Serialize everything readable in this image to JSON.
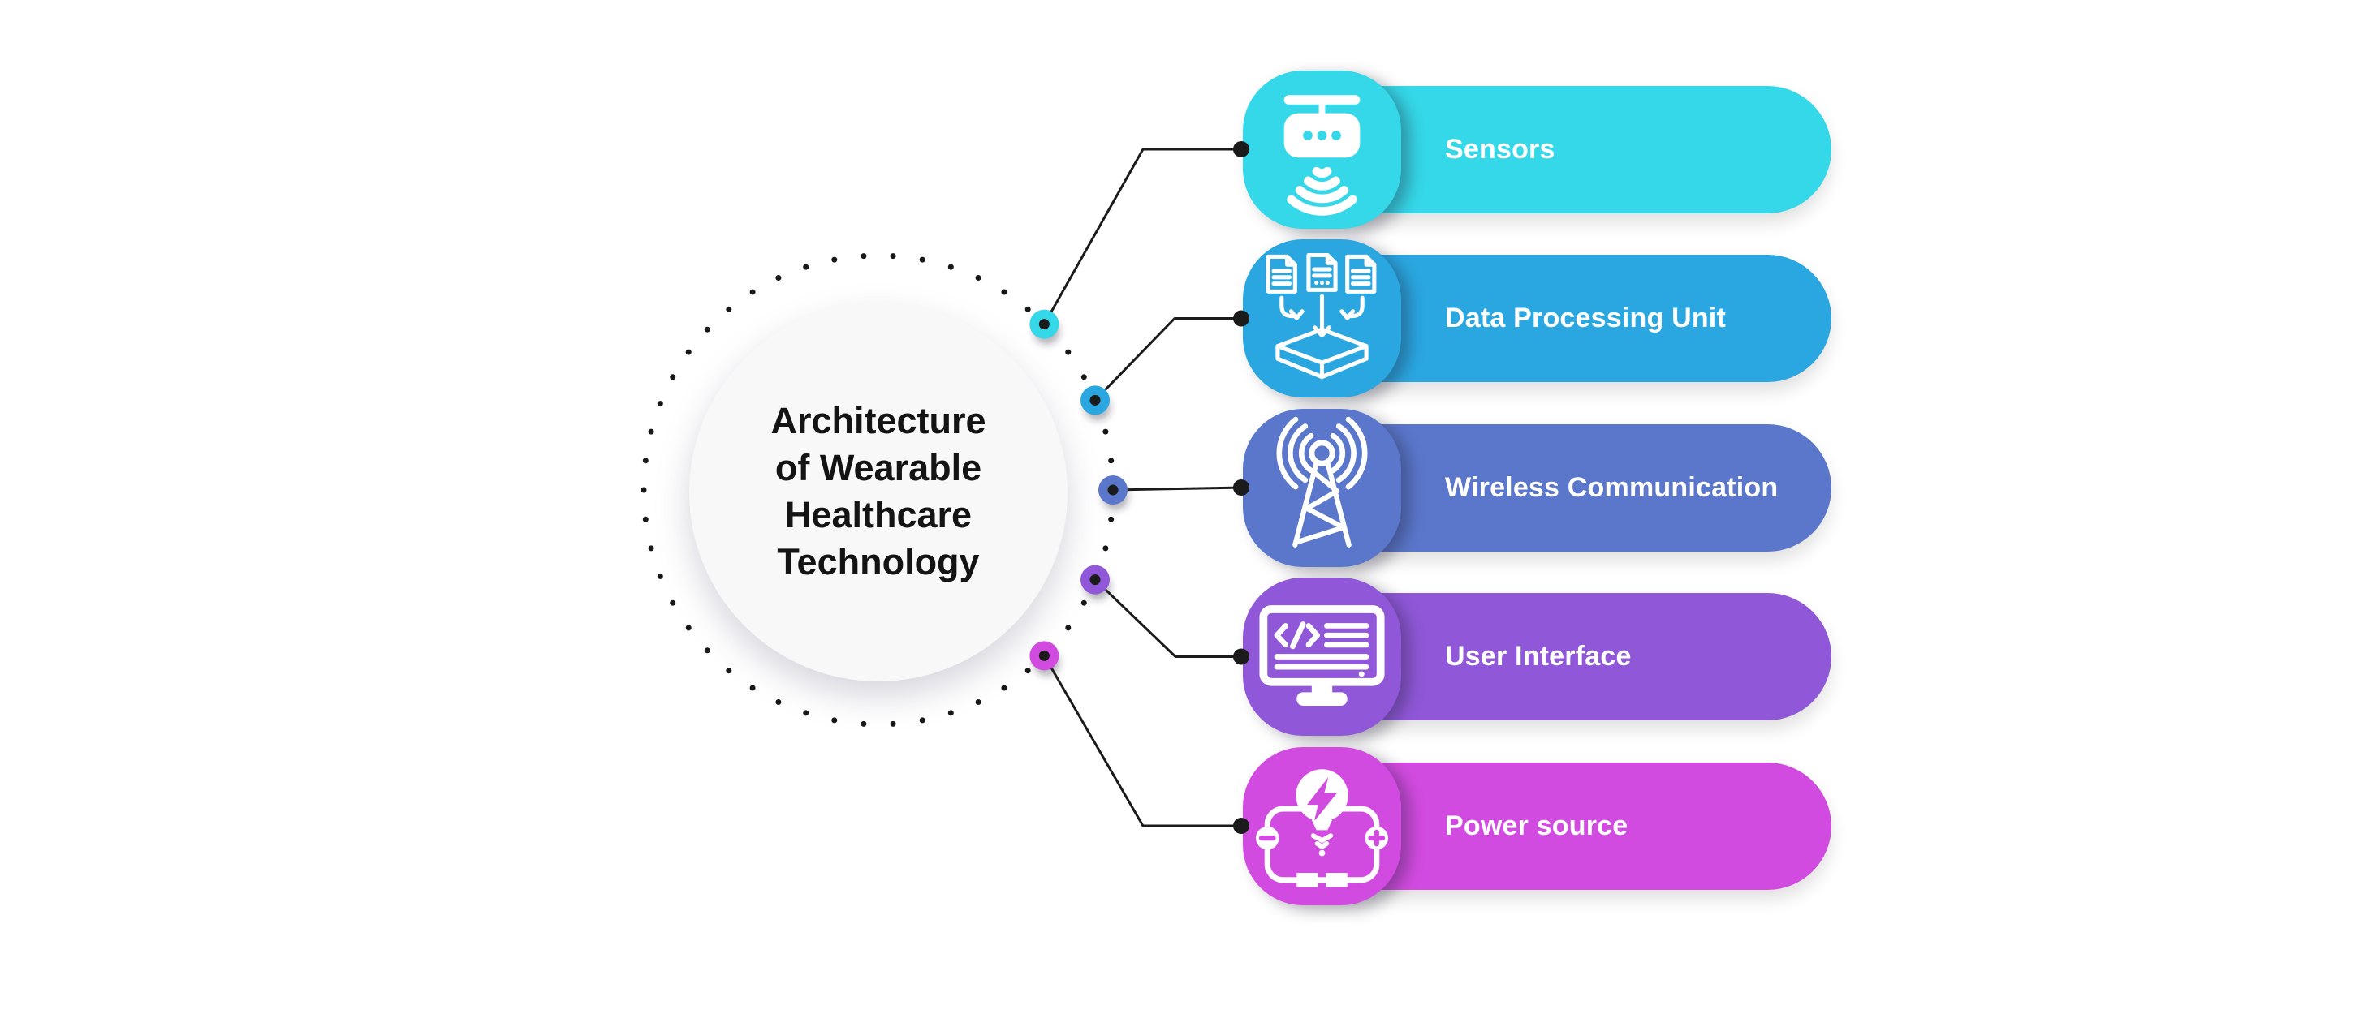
{
  "title": {
    "lines": [
      "Architecture",
      "of Wearable",
      "Healthcare",
      "Technology"
    ]
  },
  "branches": [
    {
      "label": "Sensors",
      "color": "#35D8E8",
      "icon": "sensor-signal-icon"
    },
    {
      "label": "Data Processing Unit",
      "color": "#2AA7E1",
      "icon": "documents-processing-icon"
    },
    {
      "label": "Wireless Communication",
      "color": "#5B77CB",
      "icon": "radio-tower-icon"
    },
    {
      "label": "User Interface",
      "color": "#9058D8",
      "icon": "code-monitor-icon"
    },
    {
      "label": "Power source",
      "color": "#D24BE0",
      "icon": "bulb-battery-circuit-icon"
    }
  ],
  "palette": {
    "background": "#ffffff",
    "circle_fill": "#f8f8f9",
    "title_text": "#141414",
    "label_text": "#ffffff",
    "connector": "#1b1b1b",
    "ring_dot": "#171717"
  }
}
